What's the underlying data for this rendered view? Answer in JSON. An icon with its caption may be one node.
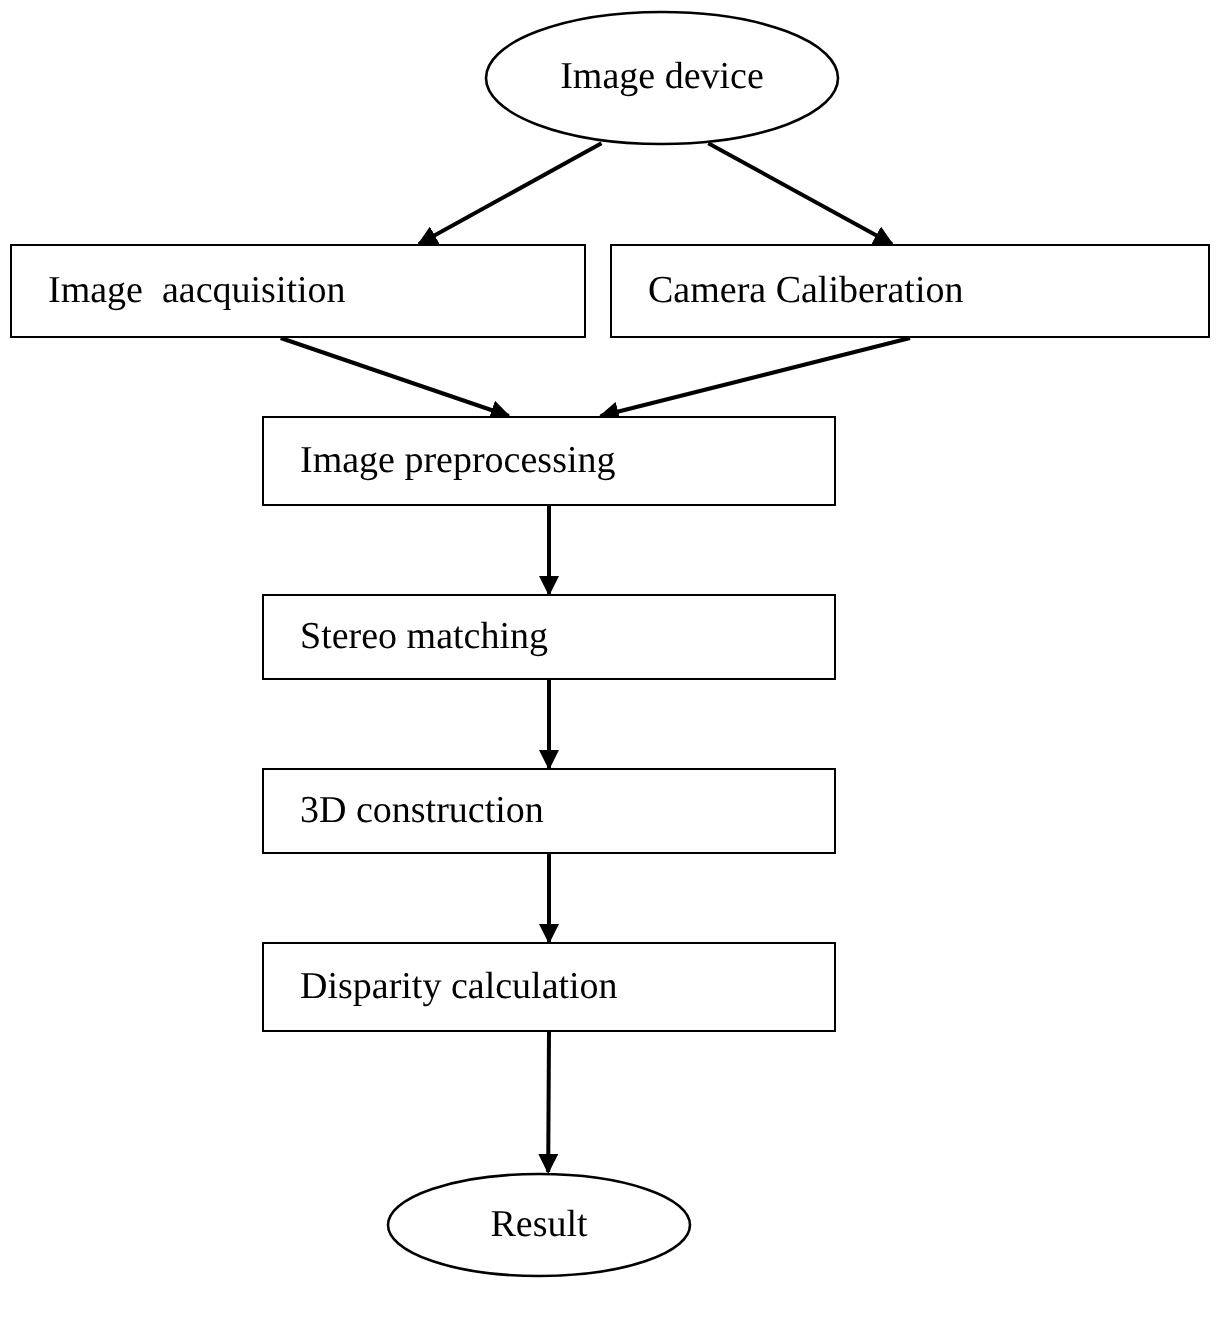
{
  "diagram": {
    "nodes": [
      {
        "text": [
          "Image device"
        ]
      },
      {
        "text": [
          "Image  aacquisition"
        ]
      },
      {
        "text": [
          "Camera Caliberation"
        ]
      },
      {
        "text": [
          "Image preprocessing"
        ]
      },
      {
        "text": [
          "Stereo matching"
        ]
      },
      {
        "text": [
          "3D construction"
        ]
      },
      {
        "text": [
          "Disparity calculation"
        ]
      },
      {
        "text": [
          "Result"
        ]
      }
    ],
    "edges": [
      {
        "from": 0,
        "to": 1,
        "arrow": "to"
      },
      {
        "from": 0,
        "to": 2,
        "arrow": "to"
      },
      {
        "from": 1,
        "to": 3,
        "arrow": "to"
      },
      {
        "from": 2,
        "to": 3,
        "arrow": "to"
      },
      {
        "from": 3,
        "to": 4,
        "arrow": "to"
      },
      {
        "from": 4,
        "to": 5,
        "arrow": "to"
      },
      {
        "from": 5,
        "to": 6,
        "arrow": "to"
      },
      {
        "from": 6,
        "to": 7,
        "arrow": "to"
      }
    ]
  }
}
